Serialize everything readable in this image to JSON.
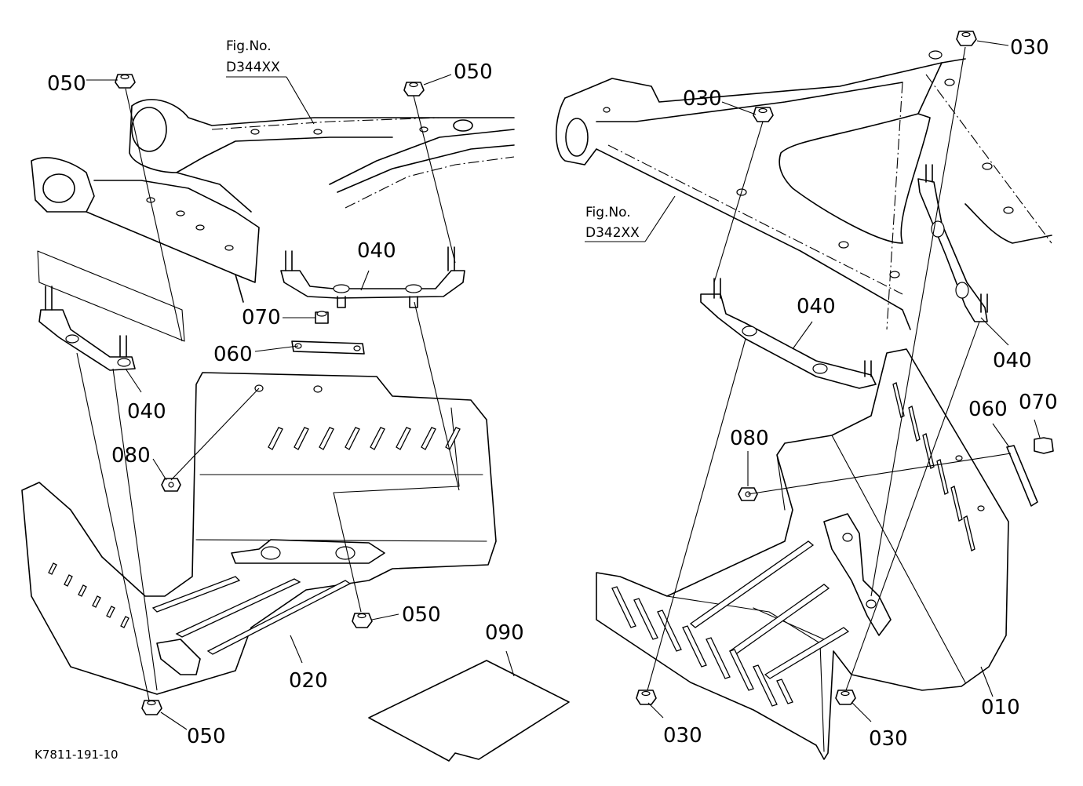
{
  "drawing_code": "K7811-191-10",
  "references": {
    "left": {
      "line1": "Fig.No.",
      "line2": "D344XX"
    },
    "right": {
      "line1": "Fig.No.",
      "line2": "D342XX"
    }
  },
  "callouts": {
    "left_050_tl": "050",
    "left_050_tr": "050",
    "left_040_center": "040",
    "left_070": "070",
    "left_060": "060",
    "left_040_left": "040",
    "left_080": "080",
    "left_050_mid": "050",
    "left_020": "020",
    "left_050_bottom": "050",
    "left_090": "090",
    "right_030_tl": "030",
    "right_030_tr": "030",
    "right_040_center": "040",
    "right_040_right": "040",
    "right_080": "080",
    "right_060": "060",
    "right_070": "070",
    "right_030_bl": "030",
    "right_030_br": "030",
    "right_010": "010"
  }
}
